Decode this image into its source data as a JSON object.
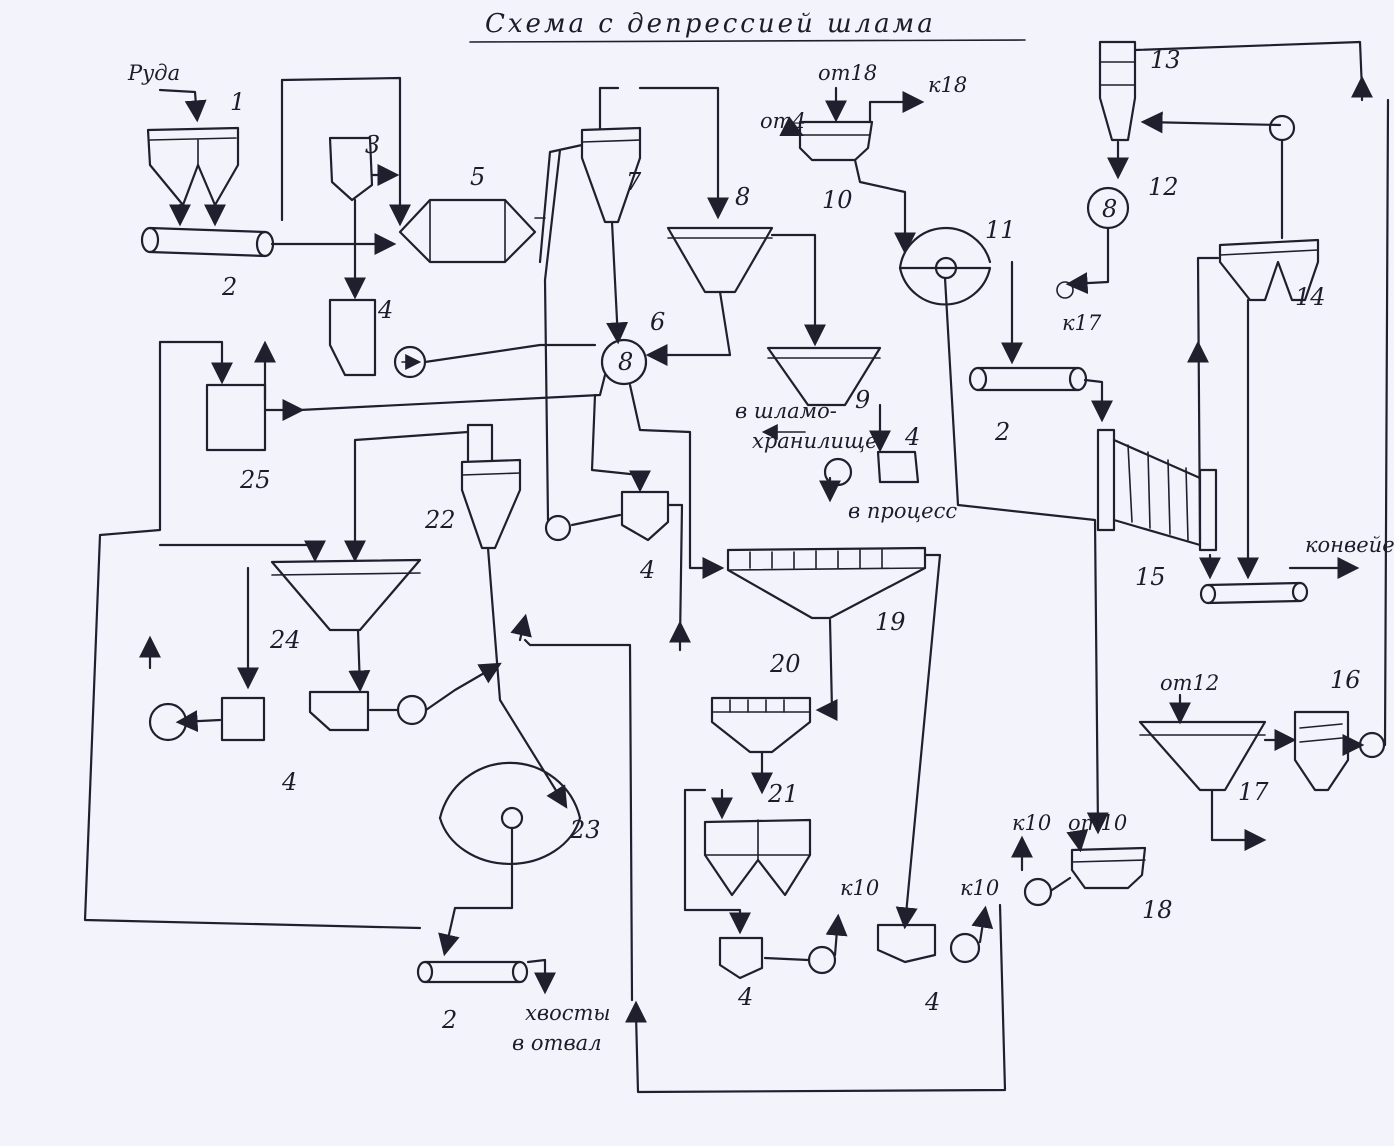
{
  "title": "Схема с депрессией шлама",
  "labels": {
    "ore": "Руда",
    "n1": "1",
    "n2a": "2",
    "n3": "3",
    "n4a": "4",
    "n5": "5",
    "n6": "6",
    "n7": "7",
    "n8": "8",
    "n9": "9",
    "n10": "10",
    "n11": "11",
    "n12": "12",
    "n13": "13",
    "n14": "14",
    "n15": "15",
    "n16": "16",
    "n17": "17",
    "n18": "18",
    "n19": "19",
    "n20": "20",
    "n21": "21",
    "n22": "22",
    "n23": "23",
    "n24": "24",
    "n25": "25",
    "n2b": "2",
    "n4b": "4",
    "n4c": "4",
    "n4d": "4",
    "n4e": "4",
    "n4f": "4",
    "n2c": "2",
    "from18": "от18",
    "from4": "от4",
    "to18": "к18",
    "to17": "к17",
    "slime_storage_1": "в шламо-",
    "slime_storage_2": "хранилище",
    "to_process": "в процесс",
    "conveyor": "конвейер",
    "from12": "от12",
    "to10a": "к10",
    "from10": "от10",
    "to10b": "к10",
    "to10c": "к10",
    "tails_1": "хвосты",
    "tails_2": "в отвал"
  }
}
